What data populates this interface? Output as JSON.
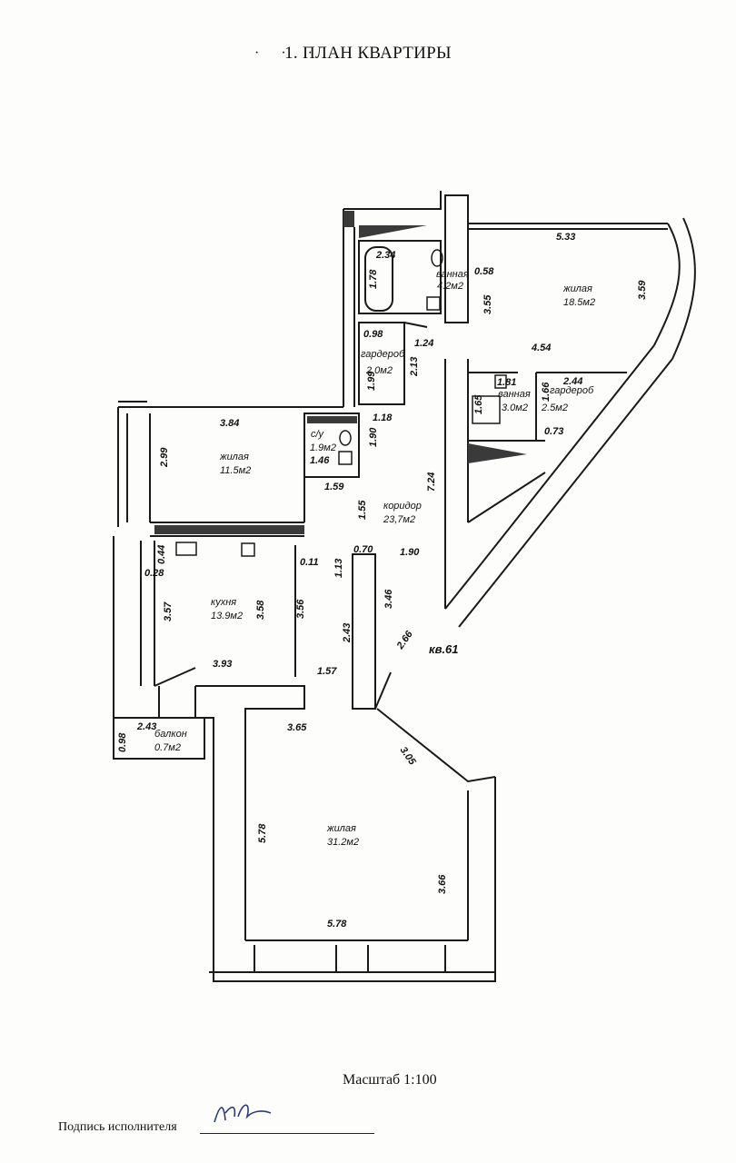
{
  "document": {
    "title": "1. ПЛАН КВАРТИРЫ",
    "title_dots": "· · ·",
    "scale": "Масштаб 1:100",
    "signature_label": "Подпись исполнителя",
    "signature_text": "Нрв"
  },
  "rooms": {
    "bath_top": {
      "name": "ванная",
      "area": "4.2м2"
    },
    "living_ne": {
      "name": "жилая",
      "area": "18.5м2"
    },
    "wardrobe_1": {
      "name": "гардероб",
      "area": "2.0м2"
    },
    "bath_right": {
      "name": "ванная",
      "area": "3.0м2"
    },
    "wardrobe_2": {
      "name": "гардероб",
      "area": "2.5м2"
    },
    "wc": {
      "name": "с/у",
      "area": "1.9м2"
    },
    "living_w": {
      "name": "жилая",
      "area": "11.5м2"
    },
    "corridor": {
      "name": "коридор",
      "area": "23,7м2"
    },
    "kitchen": {
      "name": "кухня",
      "area": "13.9м2"
    },
    "balcony": {
      "name": "балкон",
      "area": "0.7м2"
    },
    "living_big": {
      "name": "жилая",
      "area": "31.2м2"
    }
  },
  "apartment_label": "кв.61",
  "dims": {
    "d533": "5.33",
    "d359": "3.59",
    "d234": "2.34",
    "d178": "1.78",
    "d058": "0.58",
    "d355": "3.55",
    "d454": "4.54",
    "d098": "0.98",
    "d124": "1.24",
    "d213": "2.13",
    "d199": "1.99",
    "d181": "1.81",
    "d244": "2.44",
    "d166": "1.66",
    "d165": "1.65",
    "d073": "0.73",
    "d118": "1.18",
    "d384": "3.84",
    "d299": "2.99",
    "d190a": "1.90",
    "d146": "1.46",
    "d159": "1.59",
    "d724": "7.24",
    "d155": "1.55",
    "d070": "0.70",
    "d190b": "1.90",
    "d044": "0.44",
    "d028": "0.28",
    "d011": "0.11",
    "d113": "1.13",
    "d346": "3.46",
    "d357": "3.57",
    "d358": "3.58",
    "d356": "3.56",
    "d243": "2.43",
    "d266": "2.66",
    "d393": "3.93",
    "d157": "1.57",
    "d243b": "2.43",
    "d098b": "0.98",
    "d365": "3.65",
    "d305": "3.05",
    "d578a": "5.78",
    "d366": "3.66",
    "d578b": "5.78"
  }
}
